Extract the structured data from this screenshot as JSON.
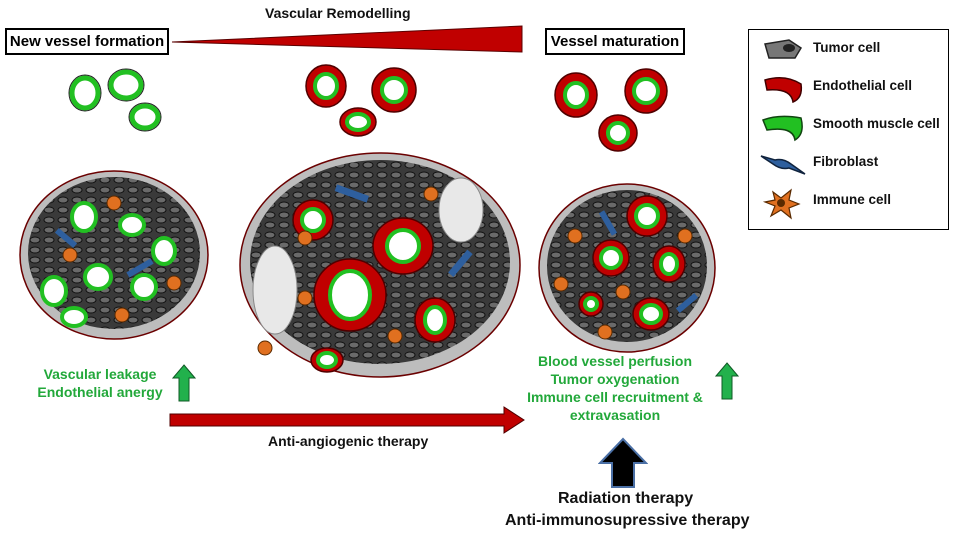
{
  "header": {
    "remodelling_label": "Vascular Remodelling",
    "new_vessel_label": "New vessel formation",
    "maturation_label": "Vessel maturation"
  },
  "legend": {
    "items": [
      {
        "label": "Tumor cell",
        "icon": "tumor-cell-icon",
        "color": "#6d6d6d"
      },
      {
        "label": "Endothelial cell",
        "icon": "endothelial-cell-icon",
        "color": "#c00000"
      },
      {
        "label": "Smooth muscle cell",
        "icon": "smooth-muscle-cell-icon",
        "color": "#22c022"
      },
      {
        "label": "Fibroblast",
        "icon": "fibroblast-icon",
        "color": "#2e5f9e"
      },
      {
        "label": "Immune cell",
        "icon": "immune-cell-icon",
        "color": "#e07020"
      }
    ]
  },
  "left_effects": {
    "line1": "Vascular leakage",
    "line2": "Endothelial anergy"
  },
  "right_effects": {
    "line1": "Blood vessel perfusion",
    "line2": "Tumor oxygenation",
    "line3": "Immune cell recruitment &",
    "line4": "extravasation"
  },
  "therapy": {
    "anti_angiogenic": "Anti-angiogenic therapy",
    "radiation": "Radiation therapy",
    "anti_immuno": "Anti-immunosupressive therapy"
  },
  "colors": {
    "red": "#c00000",
    "green_text": "#22a83a",
    "green_arrow": "#22b14c",
    "cell_gray": "#505050"
  }
}
